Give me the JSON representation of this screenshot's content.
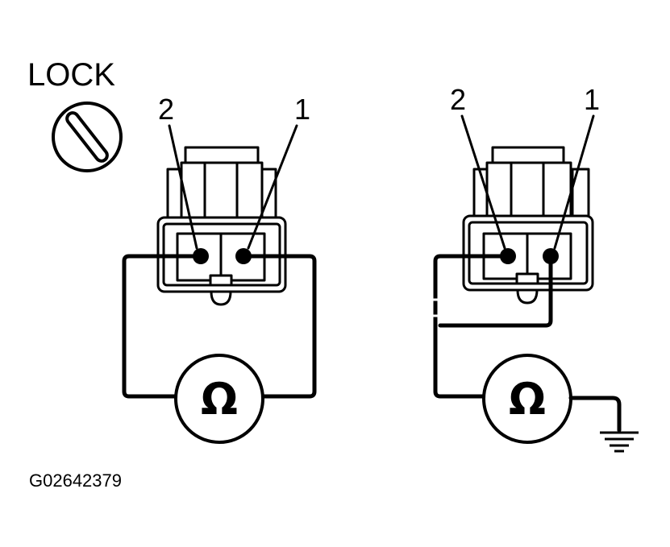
{
  "lock_label": "LOCK",
  "left": {
    "pin2_label": "2",
    "pin1_label": "1",
    "meter_symbol": "Ω"
  },
  "right": {
    "pin2_label": "2",
    "pin1_label": "1",
    "meter_symbol": "Ω"
  },
  "figure_code": "G02642379"
}
